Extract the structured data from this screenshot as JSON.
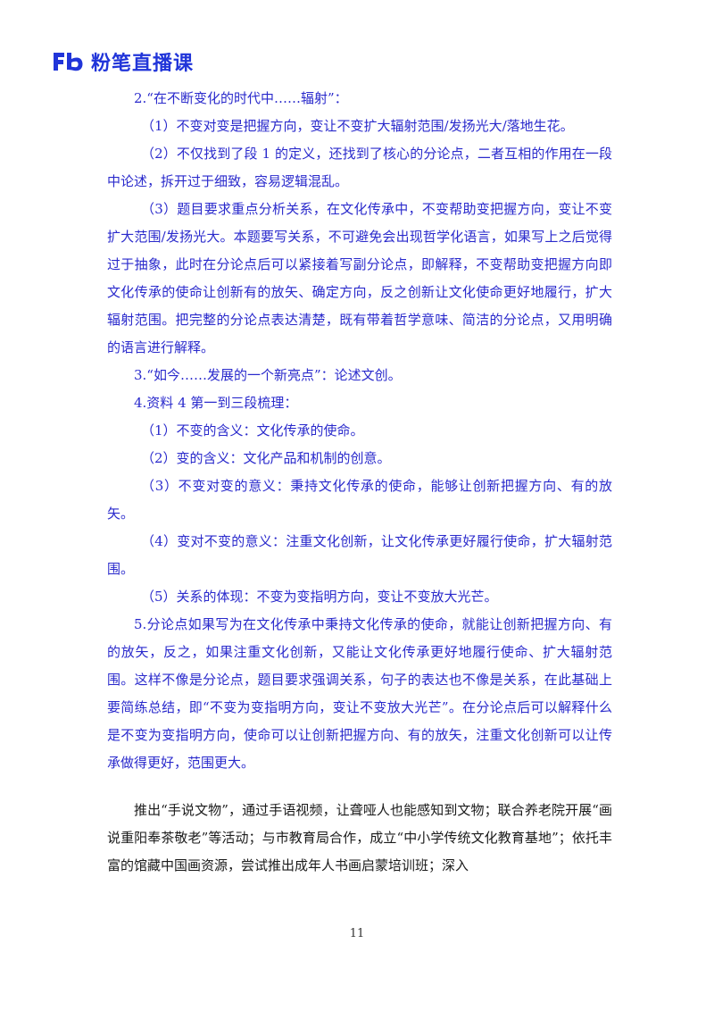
{
  "header": {
    "logo_mark": "Fb",
    "brand": "粉笔直播课"
  },
  "blue_paragraphs": [
    "2.“在不断变化的时代中……辐射”：",
    "（1）不变对变是把握方向，变让不变扩大辐射范围/发扬光大/落地生花。",
    "（2）不仅找到了段 1 的定义，还找到了核心的分论点，二者互相的作用在一段中论述，拆开过于细致，容易逻辑混乱。",
    "（3）题目要求重点分析关系，在文化传承中，不变帮助变把握方向，变让不变扩大范围/发扬光大。本题要写关系，不可避免会出现哲学化语言，如果写上之后觉得过于抽象，此时在分论点后可以紧接着写副分论点，即解释，不变帮助变把握方向即文化传承的使命让创新有的放矢、确定方向，反之创新让文化使命更好地履行，扩大辐射范围。把完整的分论点表达清楚，既有带着哲学意味、简洁的分论点，又用明确的语言进行解释。",
    "3.“如今……发展的一个新亮点”：论述文创。",
    "4.资料 4 第一到三段梳理：",
    "（1）不变的含义：文化传承的使命。",
    "（2）变的含义：文化产品和机制的创意。",
    "（3）不变对变的意义：秉持文化传承的使命，能够让创新把握方向、有的放矢。",
    "（4）变对不变的意义：注重文化创新，让文化传承更好履行使命，扩大辐射范围。",
    "（5）关系的体现：不变为变指明方向，变让不变放大光芒。",
    "5.分论点如果写为在文化传承中秉持文化传承的使命，就能让创新把握方向、有的放矢，反之，如果注重文化创新，又能让文化传承更好地履行使命、扩大辐射范围。这样不像是分论点，题目要求强调关系，句子的表达也不像是关系，在此基础上要简练总结，即“不变为变指明方向，变让不变放大光芒”。在分论点后可以解释什么是不变为变指明方向，使命可以让创新把握方向、有的放矢，注重文化创新可以让传承做得更好，范围更大。"
  ],
  "black_paragraph": "推出“手说文物”，通过手语视频，让聋哑人也能感知到文物；联合养老院开展“画说重阳奉茶敬老”等活动；与市教育局合作，成立“中小学传统文化教育基地”；依托丰富的馆藏中国画资源，尝试推出成年人书画启蒙培训班；深入",
  "page_number": "11",
  "colors": {
    "brand": "#2135d9",
    "body_blue": "#2a2acc",
    "body_black": "#1a1a1a"
  }
}
